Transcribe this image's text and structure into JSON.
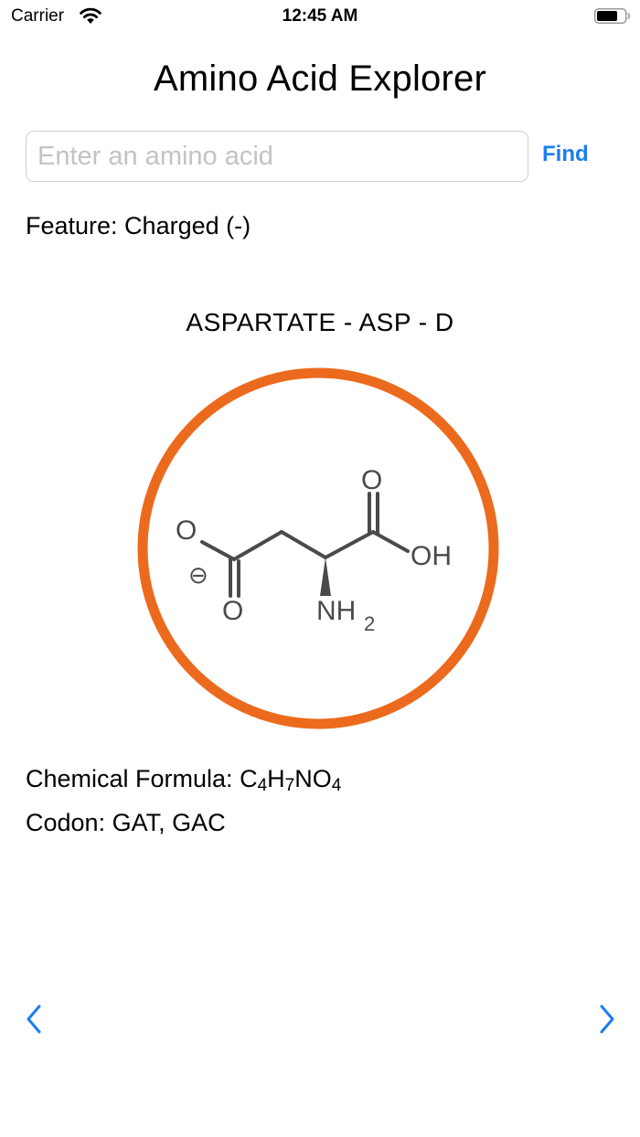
{
  "status_bar": {
    "carrier": "Carrier",
    "time": "12:45 AM",
    "wifi_icon": "wifi-icon",
    "battery_icon": "battery-icon"
  },
  "app": {
    "title": "Amino Acid Explorer"
  },
  "search": {
    "value": "",
    "placeholder": "Enter an amino acid",
    "button_label": "Find"
  },
  "feature": {
    "label": "Feature: Charged (-)"
  },
  "amino_acid": {
    "heading": "ASPARTATE - ASP - D",
    "name": "Aspartate",
    "three_letter": "ASP",
    "one_letter": "D",
    "formula_prefix": "Chemical Formula: ",
    "formula_parts": [
      {
        "text": "C",
        "sub": "4"
      },
      {
        "text": "H",
        "sub": "7"
      },
      {
        "text": "NO",
        "sub": "4"
      }
    ],
    "codon_label": "Codon: GAT, GAC",
    "structure_labels": {
      "o_top": "O",
      "oh": "OH",
      "o_left": "O",
      "o_bottom": "O",
      "charge": "⊖",
      "nh": "NH",
      "nh_sub": "2"
    },
    "ring_color": "#ec6a1d",
    "bond_color": "#4a4a4a"
  },
  "navigation": {
    "prev_icon": "chevron-left-icon",
    "next_icon": "chevron-right-icon"
  },
  "colors": {
    "accent": "#1a7df1",
    "text": "#000000",
    "placeholder": "#c3c3c7",
    "border": "#cfcfcf"
  }
}
